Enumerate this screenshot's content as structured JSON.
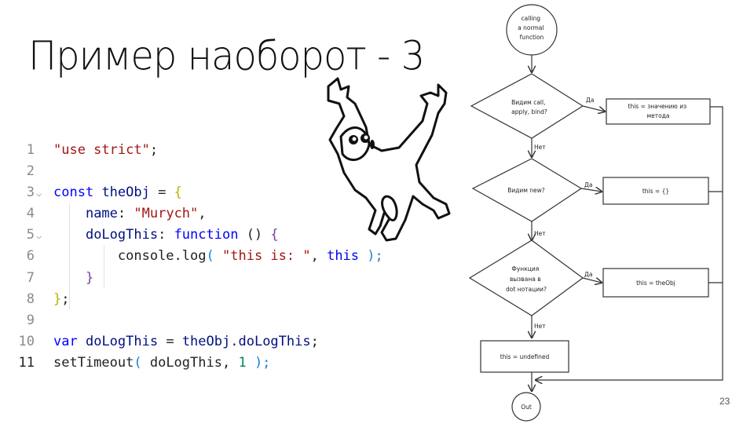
{
  "slide": {
    "title": "Пример наоборот - 3",
    "page_number": "23"
  },
  "code": {
    "line_numbers": [
      "1",
      "2",
      "3",
      "4",
      "5",
      "6",
      "7",
      "8",
      "9",
      "10",
      "11"
    ],
    "l1": {
      "str": "\"use strict\"",
      "semi": ";"
    },
    "l3": {
      "kw": "const",
      "id": "theObj",
      "op": " = ",
      "brace": "{"
    },
    "l4": {
      "key": "name",
      "colon": ": ",
      "str": "\"Murych\"",
      "comma": ","
    },
    "l5": {
      "key": "doLogThis",
      "colon": ": ",
      "kw": "function",
      "parens": " () ",
      "brace": "{"
    },
    "l6": {
      "obj": "console",
      "dot": ".",
      "method": "log",
      "open": "( ",
      "str": "\"this is: \"",
      "comma": ", ",
      "kw": "this",
      "close": " );"
    },
    "l7": {
      "brace": "}"
    },
    "l8": {
      "brace": "}",
      "semi": ";"
    },
    "l10": {
      "kw": "var",
      "id": "doLogThis",
      "op": " = ",
      "obj": "theObj",
      "dot": ".",
      "prop": "doLogThis",
      "semi": ";"
    },
    "l11": {
      "fn": "setTimeout",
      "open": "( ",
      "arg": "doLogThis",
      "comma": ", ",
      "num": "1",
      "close": " );"
    }
  },
  "flowchart": {
    "start": [
      "calling",
      "a normal",
      "function"
    ],
    "q1": [
      "Видим call,",
      "apply, bind?"
    ],
    "a1": [
      "this = значению из",
      "метода"
    ],
    "q2": [
      "Видим new?"
    ],
    "a2": [
      "this = {}"
    ],
    "q3": [
      "Функция",
      "вызвана в",
      "dot нотации?"
    ],
    "a3": [
      "this = theObj"
    ],
    "end_box": "this = undefined",
    "end": "Out",
    "yes": "Да",
    "no": "Нет"
  },
  "image": {
    "cat_icon": "cat-icon"
  }
}
